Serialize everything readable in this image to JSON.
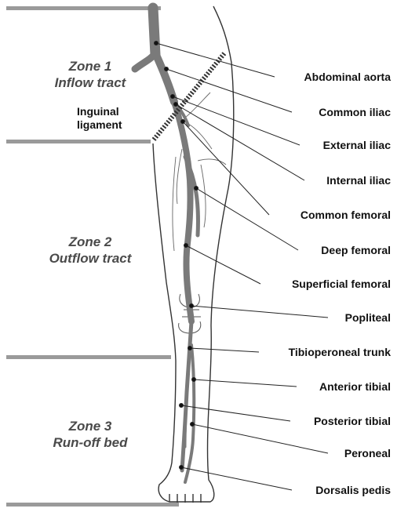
{
  "zones": [
    {
      "name": "Zone 1",
      "desc": "Inflow tract"
    },
    {
      "name": "Zone 2",
      "desc": "Outflow tract"
    },
    {
      "name": "Zone 3",
      "desc": "Run-off bed"
    }
  ],
  "inguinal": {
    "line1": "Inguinal",
    "line2": "ligament"
  },
  "labels": [
    "Abdominal aorta",
    "Common iliac",
    "External iliac",
    "Internal iliac",
    "Common femoral",
    "Deep femoral",
    "Superficial femoral",
    "Popliteal",
    "Tibioperoneal trunk",
    "Anterior tibial",
    "Posterior tibial",
    "Peroneal",
    "Dorsalis pedis"
  ],
  "colors": {
    "artery": "#7a7a7a",
    "zone_bar": "#9a9a9a",
    "outline": "#333333",
    "zone_text": "#4a4a4a"
  }
}
